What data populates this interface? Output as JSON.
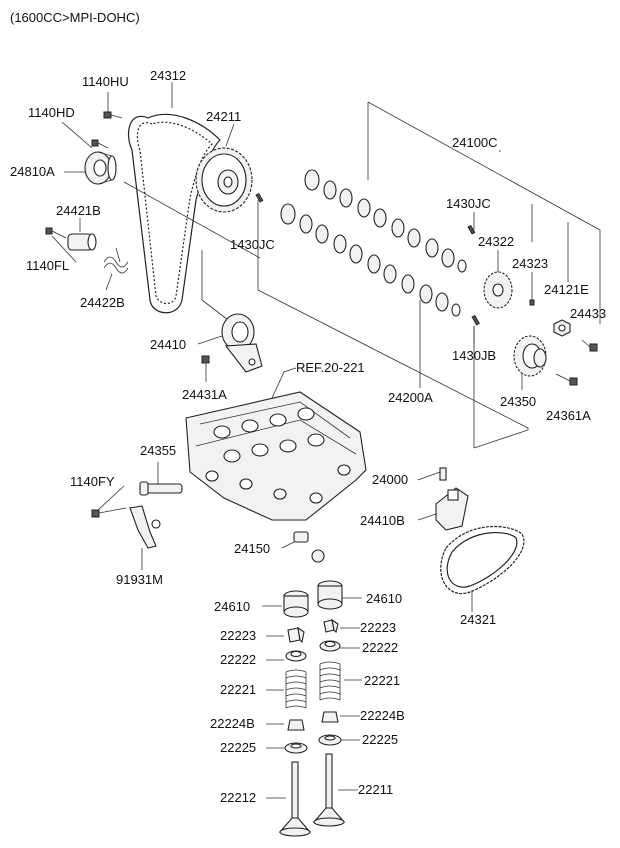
{
  "title": "(1600CC>MPI-DOHC)",
  "ref_label": "REF.20-221",
  "labels": {
    "l1140HU": "1140HU",
    "l24312": "24312",
    "l1140HD": "1140HD",
    "l24211": "24211",
    "l24810A": "24810A",
    "l24100C": "24100C",
    "l24421B": "24421B",
    "l1430JC_a": "1430JC",
    "l1140FL": "1140FL",
    "l24322": "24322",
    "l1430JC_b": "1430JC",
    "l24323": "24323",
    "l24422B": "24422B",
    "l24121E": "24121E",
    "l24433": "24433",
    "l24410": "24410",
    "l1430JB": "1430JB",
    "l24431A": "24431A",
    "l24200A": "24200A",
    "l24350": "24350",
    "l24361A": "24361A",
    "l24355": "24355",
    "l24000": "24000",
    "l1140FY": "1140FY",
    "l24410B": "24410B",
    "l24150": "24150",
    "l91931M": "91931M",
    "l24321": "24321",
    "l24610_a": "24610",
    "l24610_b": "24610",
    "l22223_a": "22223",
    "l22223_b": "22223",
    "l22222_a": "22222",
    "l22222_b": "22222",
    "l22221_a": "22221",
    "l22221_b": "22221",
    "l22224B_a": "22224B",
    "l22224B_b": "22224B",
    "l22225_a": "22225",
    "l22225_b": "22225",
    "l22212": "22212",
    "l22211": "22211"
  }
}
